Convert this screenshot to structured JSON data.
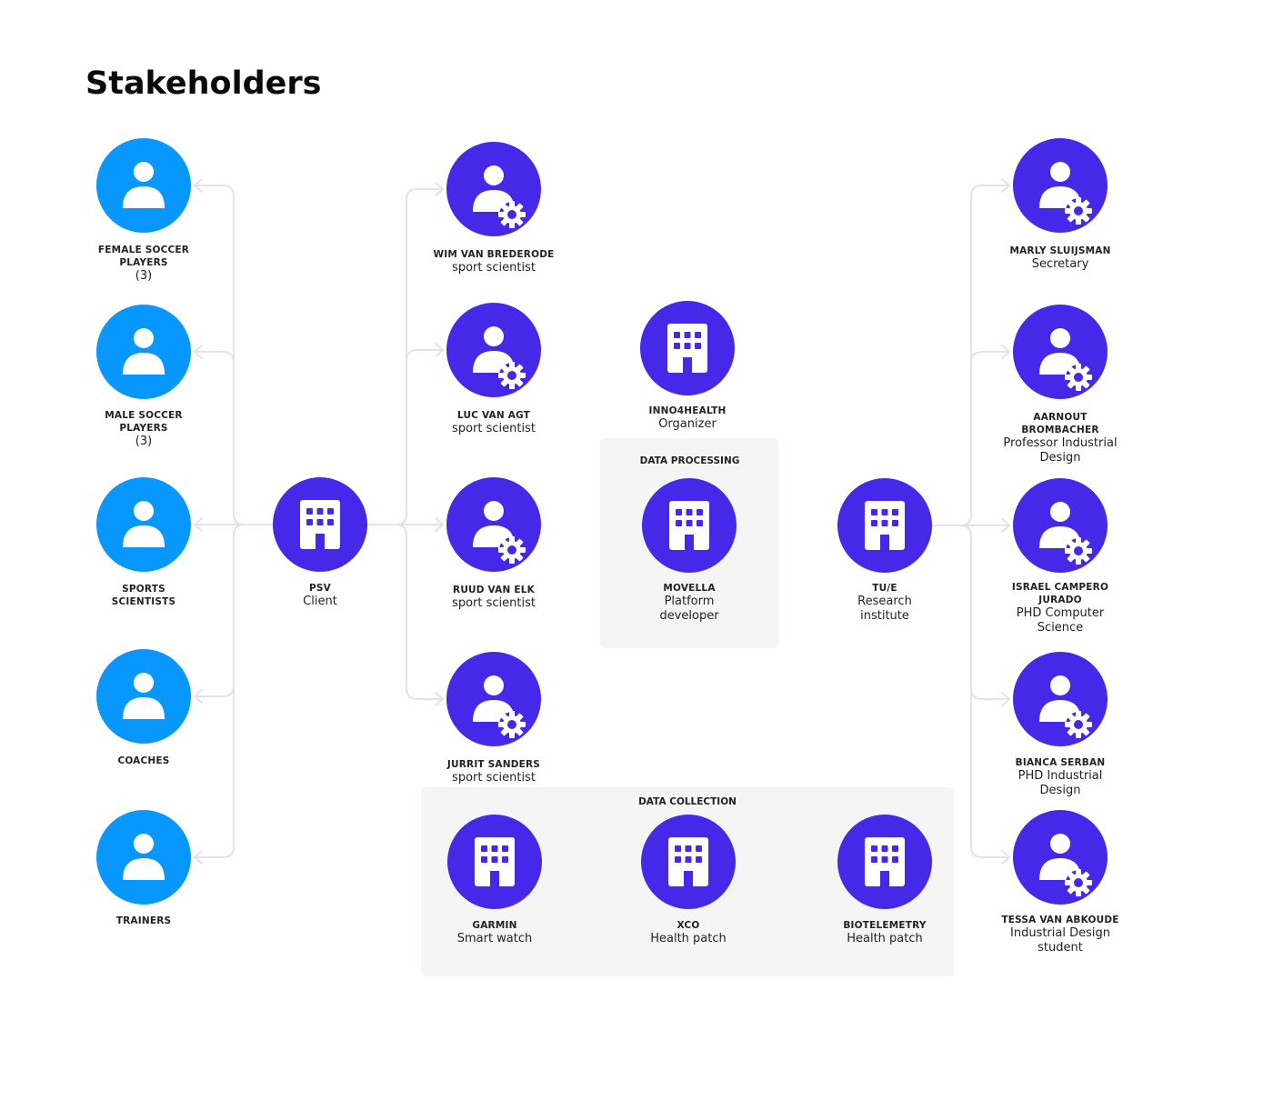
{
  "title": "Stakeholders",
  "colors": {
    "person": "#0797ff",
    "organization": "#4628e8",
    "connector": "#e2e2ea",
    "group_bg": "#f5f5f5"
  },
  "groups": {
    "data_processing": "DATA PROCESSING",
    "data_collection": "DATA COLLECTION"
  },
  "nodes": {
    "female_players": {
      "icon": "person-icon",
      "name": "FEMALE SOCCER PLAYERS",
      "role": "(3)"
    },
    "male_players": {
      "icon": "person-icon",
      "name": "MALE SOCCER PLAYERS",
      "role": "(3)"
    },
    "sports_scientists": {
      "icon": "person-icon",
      "name": "SPORTS SCIENTISTS",
      "role": ""
    },
    "coaches": {
      "icon": "person-icon",
      "name": "COACHES",
      "role": ""
    },
    "trainers": {
      "icon": "person-icon",
      "name": "TRAINERS",
      "role": ""
    },
    "psv": {
      "icon": "building-icon",
      "name": "PSV",
      "role": "Client"
    },
    "wim": {
      "icon": "person-gear-icon",
      "name": "WIM VAN BREDERODE",
      "role": "sport scientist"
    },
    "luc": {
      "icon": "person-gear-icon",
      "name": "LUC VAN AGT",
      "role": "sport scientist"
    },
    "ruud": {
      "icon": "person-gear-icon",
      "name": "RUUD VAN ELK",
      "role": "sport scientist"
    },
    "jurrit": {
      "icon": "person-gear-icon",
      "name": "JURRIT SANDERS",
      "role": "sport scientist"
    },
    "inno4health": {
      "icon": "building-icon",
      "name": "INNO4HEALTH",
      "role": "Organizer"
    },
    "movella": {
      "icon": "building-icon",
      "name": "MOVELLA",
      "role": "Platform developer"
    },
    "tue": {
      "icon": "building-icon",
      "name": "TU/E",
      "role": "Research institute"
    },
    "garmin": {
      "icon": "building-icon",
      "name": "GARMIN",
      "role": "Smart watch"
    },
    "xco": {
      "icon": "building-icon",
      "name": "XCO",
      "role": "Health patch"
    },
    "biotelemetry": {
      "icon": "building-icon",
      "name": "BIOTELEMETRY",
      "role": "Health patch"
    },
    "marly": {
      "icon": "person-gear-icon",
      "name": "MARLY SLUIJSMAN",
      "role": "Secretary"
    },
    "aarnout": {
      "icon": "person-gear-icon",
      "name": "AARNOUT BROMBACHER",
      "role": "Professor Industrial Design"
    },
    "israel": {
      "icon": "person-gear-icon",
      "name": "ISRAEL CAMPERO JURADO",
      "role": "PHD Computer Science"
    },
    "bianca": {
      "icon": "person-gear-icon",
      "name": "BIANCA SERBAN",
      "role": "PHD Industrial Design"
    },
    "tessa": {
      "icon": "person-gear-icon",
      "name": "TESSA VAN ABKOUDE",
      "role": "Industrial Design student"
    }
  },
  "connections": [
    {
      "from": "psv",
      "to": "female_players"
    },
    {
      "from": "psv",
      "to": "male_players"
    },
    {
      "from": "psv",
      "to": "sports_scientists"
    },
    {
      "from": "psv",
      "to": "coaches"
    },
    {
      "from": "psv",
      "to": "trainers"
    },
    {
      "from": "psv",
      "to": "wim"
    },
    {
      "from": "psv",
      "to": "luc"
    },
    {
      "from": "psv",
      "to": "ruud"
    },
    {
      "from": "psv",
      "to": "jurrit"
    },
    {
      "from": "tue",
      "to": "marly"
    },
    {
      "from": "tue",
      "to": "aarnout"
    },
    {
      "from": "tue",
      "to": "israel"
    },
    {
      "from": "tue",
      "to": "bianca"
    },
    {
      "from": "tue",
      "to": "tessa"
    }
  ]
}
